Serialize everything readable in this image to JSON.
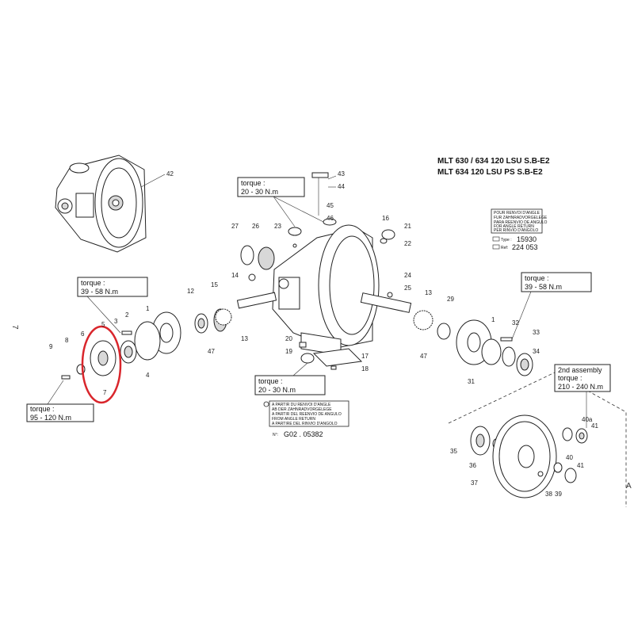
{
  "title_lines": [
    "MLT 630 / 634 120 LSU S.B-E2",
    "MLT 634 120 LSU PS S.B-E2"
  ],
  "torque_boxes": {
    "top": {
      "label": "torque :",
      "value": "20 - 30 N.m"
    },
    "left": {
      "label": "torque :",
      "value": "39 - 58 N.m"
    },
    "right": {
      "label": "torque :",
      "value": "39 - 58 N.m"
    },
    "bottom_center": {
      "label": "torque :",
      "value": "20 - 30 N.m"
    },
    "bottom_left": {
      "label": "torque :",
      "value": "95 - 120 N.m"
    },
    "second_assembly": {
      "line1": "2nd assembly",
      "line2": "torque :",
      "value": "210 - 240 N.m"
    }
  },
  "angle_return_note": {
    "lines": [
      "POUR RENVOI D'ANGLE",
      "FUR ZAHNRADVORGELEGE",
      "PARA REENVIO DE ANGULO",
      "FOR ANGLE RETURN",
      "PER RINVIO D'ANGOLO"
    ],
    "type_label": "Type :",
    "type_value": "15930",
    "ref_label": "Ref:",
    "ref_value": "224 053"
  },
  "from_angle_note": {
    "lines": [
      "A PARTIR DU RENVOI D'ANGLE",
      "AB DER ZAHNRADVORGELEGE",
      "A PARTIR DEL REENVIO DE ANGULO",
      "FROM ANGLE RETURN",
      "A PARTIRE DEL RINVIO D'ANGOLO"
    ],
    "ref_prefix": "N°:",
    "ref_value": "G02 . 05382"
  },
  "part_numbers": {
    "p1a": "1",
    "p1b": "1",
    "p2": "2",
    "p3": "3",
    "p4": "4",
    "p5": "5",
    "p6": "6",
    "p7": "7",
    "p8": "8",
    "p9": "9",
    "p12": "12",
    "p13a": "13",
    "p13b": "13",
    "p14": "14",
    "p15": "15",
    "p16": "16",
    "p17": "17",
    "p18": "18",
    "p19": "19",
    "p20": "20",
    "p21": "21",
    "p22": "22",
    "p23": "23",
    "p24": "24",
    "p25": "25",
    "p26": "26",
    "p27": "27",
    "p29": "29",
    "p31": "31",
    "p32": "32",
    "p33": "33",
    "p34": "34",
    "p35": "35",
    "p36": "36",
    "p37": "37",
    "p38": "38",
    "p39": "39",
    "p40": "40",
    "p40a": "40a",
    "p41a": "41",
    "p41b": "41",
    "p42": "42",
    "p43": "43",
    "p44": "44",
    "p45": "45",
    "p46": "46",
    "p47a": "47",
    "p47b": "47"
  },
  "side_marks": {
    "left": "7",
    "right": "A"
  },
  "colors": {
    "highlight": "#d9262c",
    "line": "#222222"
  }
}
